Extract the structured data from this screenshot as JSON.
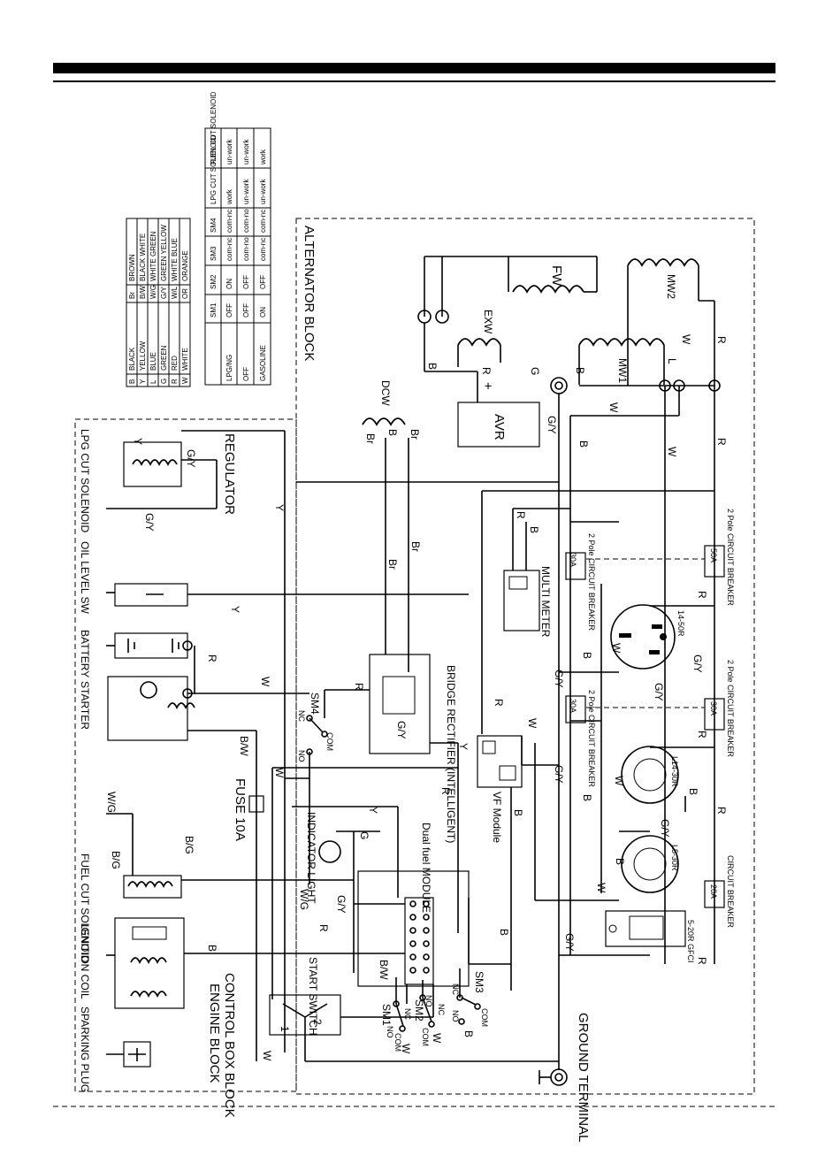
{
  "blocks": {
    "alternator": "ALTERNATOR BLOCK",
    "regulator": "REGULATOR",
    "control_box": "CONTROL BOX BLOCK",
    "engine": "ENGINE BLOCK",
    "ground": "GROUND TERMINAL"
  },
  "components": {
    "fw": "FW",
    "exw": "EXW",
    "mw1": "MW1",
    "mw2": "MW2",
    "dcw": "DCW",
    "avr": "AVR",
    "lpg_solenoid": "LPG  CUT SOLENOID",
    "oil_level": "OIL LEVEL SW",
    "battery": "BATTERY",
    "starter": "STARTER",
    "fuse": "FUSE 10A",
    "fuel_solenoid": "FUEL CUT SOLENOID",
    "ignition": "IGNITION COIL",
    "spark": "SPARKING PLUG",
    "bridge": "BRIDGE RECTIFIER (INTELLIGENT)",
    "indicator": "INDICATOR LIGHT",
    "dual_fuel": "Dual fuel MODULE",
    "vf": "VF Module",
    "multimeter": "MULTI METER",
    "start_switch": "START SWITCH",
    "breaker_2p": "2 Pole CIRCUIT BREAKER",
    "breaker": "CIRCUIT BREAKER",
    "r1450": "14-50R",
    "l1430": "L14-30R",
    "l530": "L5-30R",
    "gfci": "5-20R GFCI",
    "a50": "50A",
    "a30": "30A",
    "a20": "20A"
  },
  "wires": {
    "B": "B",
    "R": "R",
    "W": "W",
    "Y": "Y",
    "G": "G",
    "L": "L",
    "Br": "Br",
    "GY": "G/Y",
    "BW": "B/W",
    "WG": "W/G",
    "BG": "B/G",
    "plus": "+"
  },
  "switch_labels": {
    "sm1": "SM1",
    "sm2": "SM2",
    "sm3": "SM3",
    "sm4": "SM4",
    "com": "COM",
    "nc": "NC",
    "no": "NO",
    "p1": "1",
    "p2": "2"
  },
  "color_legend": [
    [
      "B",
      "BLACK",
      "Br",
      "BROWN"
    ],
    [
      "Y",
      "YELLOW",
      "B/W",
      "BLACK WHITE"
    ],
    [
      "L",
      "BLUE",
      "W/G",
      "WHITE GREEN"
    ],
    [
      "G",
      "GREEN",
      "G/Y",
      "GREEN YELLOW"
    ],
    [
      "R",
      "RED",
      "W/L",
      "WHITE BLUE"
    ],
    [
      "W",
      "WHITE",
      "OR",
      "ORANGE"
    ]
  ],
  "switch_table": {
    "header": [
      "",
      "SM1",
      "SM2",
      "SM3",
      "SM4",
      "LPG CUT SOLENOID",
      "FUEL CUT SOLENOID"
    ],
    "rows": [
      [
        "LPG/NG",
        "OFF",
        "ON",
        "com-nc",
        "com-nc",
        "work",
        "un-work"
      ],
      [
        "OFF",
        "OFF",
        "OFF",
        "com-no",
        "com-no",
        "un-work",
        "un-work"
      ],
      [
        "GASOLINE",
        "ON",
        "OFF",
        "com-nc",
        "com-nc",
        "un-work",
        "work"
      ]
    ]
  }
}
